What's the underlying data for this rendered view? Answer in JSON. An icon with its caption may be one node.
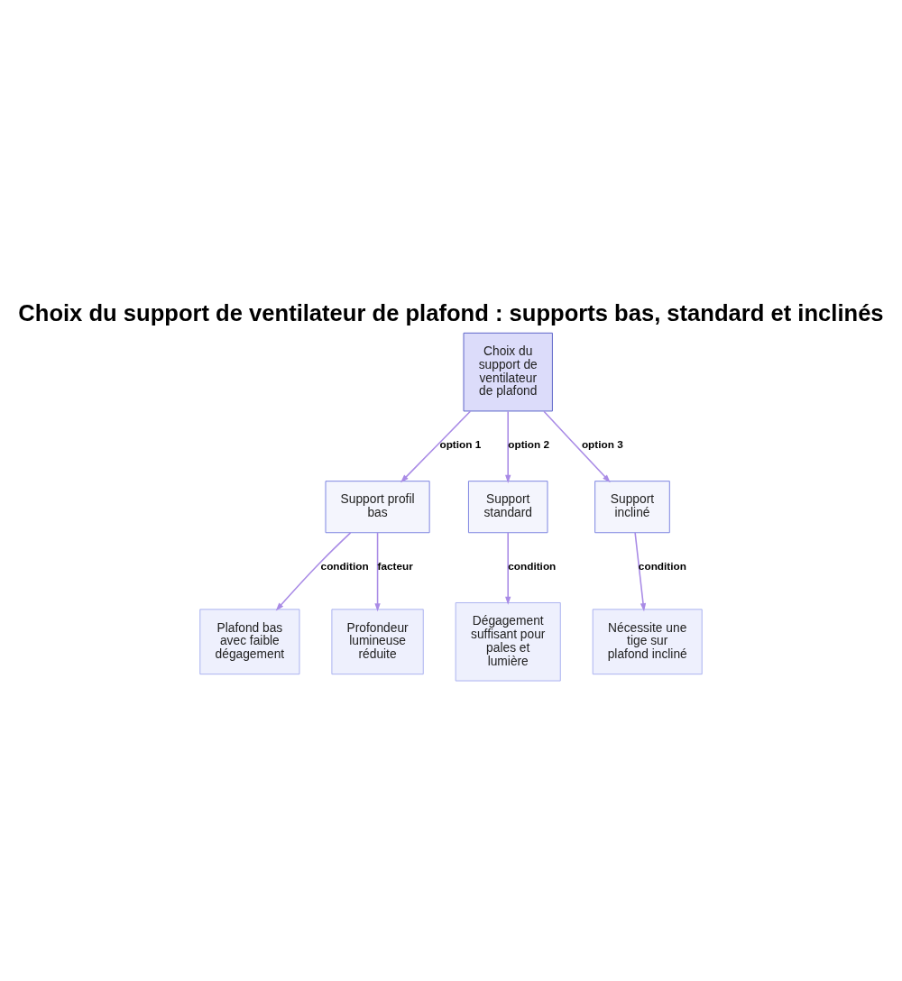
{
  "diagram": {
    "title": "Choix du support de ventilateur de plafond : supports bas, standard et inclinés",
    "nodes": [
      {
        "text": [
          "Choix du support de ventilateur de plafond"
        ]
      },
      {
        "text": [
          "Support profil bas"
        ]
      },
      {
        "text": [
          "Support standard"
        ]
      },
      {
        "text": [
          "Support incliné"
        ]
      },
      {
        "text": [
          "Plafond bas avec faible dégagement"
        ]
      },
      {
        "text": [
          "Profondeur lumineuse réduite"
        ]
      },
      {
        "text": [
          "Dégagement suffisant pour pales et lumière"
        ]
      },
      {
        "text": [
          "Nécessite une tige sur plafond incliné"
        ]
      }
    ],
    "edges": [
      {
        "from": 0,
        "to": 1,
        "arrow": "to",
        "label": "option 1"
      },
      {
        "from": 0,
        "to": 2,
        "arrow": "to",
        "label": "option 2"
      },
      {
        "from": 0,
        "to": 3,
        "arrow": "to",
        "label": "option 3"
      },
      {
        "from": 1,
        "to": 4,
        "arrow": "to",
        "label": "condition"
      },
      {
        "from": 1,
        "to": 5,
        "arrow": "to",
        "label": "facteur"
      },
      {
        "from": 2,
        "to": 6,
        "arrow": "to",
        "label": "condition"
      },
      {
        "from": 3,
        "to": 7,
        "arrow": "to",
        "label": "condition"
      }
    ]
  }
}
